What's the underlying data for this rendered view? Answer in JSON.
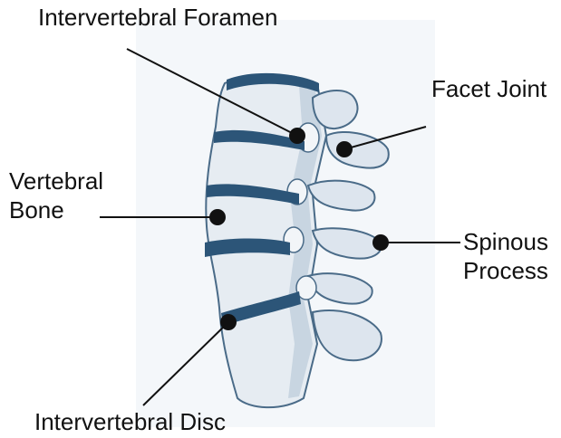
{
  "labels": {
    "foramen": "Intervertebral Foramen",
    "facet": "Facet Joint",
    "bone_line1": "Vertebral",
    "bone_line2": "Bone",
    "spinous_line1": "Spinous",
    "spinous_line2": "Process",
    "disc": "Intervertebral Disc"
  },
  "colors": {
    "ink": "#111111",
    "bone_fill": "#e6ecf2",
    "bone_shadow": "#9fb3c6",
    "disc": "#2c5578",
    "outline": "#4a6b88",
    "background_wash": "#f4f7fa"
  }
}
